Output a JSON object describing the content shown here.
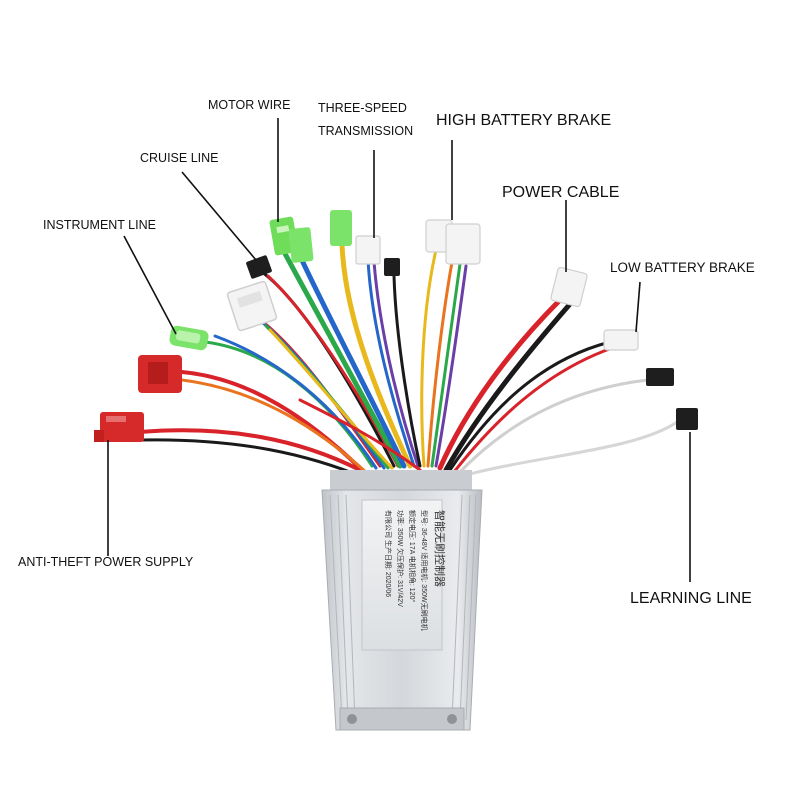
{
  "labels": {
    "motor_wire": "MOTOR WIRE",
    "three_speed_line1": "THREE-SPEED",
    "three_speed_line2": "TRANSMISSION",
    "high_battery_brake": "HIGH BATTERY BRAKE",
    "cruise_line": "CRUISE LINE",
    "power_cable": "POWER CABLE",
    "instrument_line": "INSTRUMENT LINE",
    "low_battery_brake": "LOW BATTERY BRAKE",
    "anti_theft_power_supply": "ANTI-THEFT POWER SUPPLY",
    "learning_line": "LEARNING LINE"
  },
  "controller": {
    "label_lines": [
      "智能无刷控制器",
      "型号: 36-48V  适用电机: 350W无刷电机",
      "额定电压: 17A  电机相角: 120°",
      "功率: 350W  欠压保护: 31V/42V",
      "有限公司  生产日期: 2020/06"
    ]
  },
  "colors": {
    "wire_red": "#d8232a",
    "wire_black": "#1a1a1a",
    "wire_green": "#2aa84a",
    "wire_blue": "#2466c9",
    "wire_yellow": "#e8b81c",
    "wire_white": "#e6e6e6",
    "wire_orange": "#e9731e",
    "wire_purple": "#6b3fa8",
    "connector_red": "#d62a2a",
    "connector_green": "#7ce36a",
    "connector_white": "#f4f4f4",
    "housing": "#cfd2d6"
  }
}
